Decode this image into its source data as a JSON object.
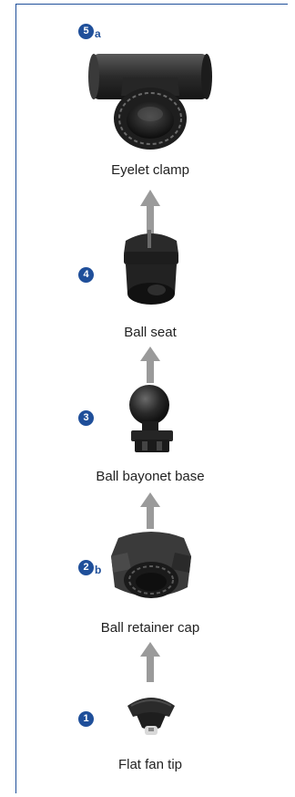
{
  "steps": [
    {
      "badge": "5",
      "sub": "a",
      "label": "Eyelet clamp"
    },
    {
      "badge": "4",
      "sub": "",
      "label": "Ball seat"
    },
    {
      "badge": "3",
      "sub": "",
      "label": "Ball bayonet base"
    },
    {
      "badge": "2",
      "sub": "b",
      "label": "Ball retainer cap"
    },
    {
      "badge": "1",
      "sub": "",
      "label": "Flat fan tip"
    }
  ],
  "colors": {
    "accent": "#1f4f9a",
    "arrow": "#9a9a9a",
    "part": "#2b2b2b"
  }
}
